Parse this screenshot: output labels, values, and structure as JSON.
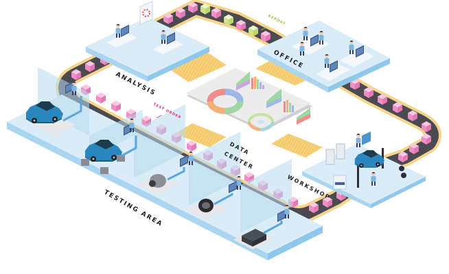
{
  "labels": {
    "analysis": "ANALYSIS",
    "office": "OFFICE",
    "data_center_line1": "DATA",
    "data_center_line2": "CENTER",
    "workshop": "WORKSHOP",
    "testing_area": "TESTING AREA",
    "report": "REPORT",
    "test_order": "TEST ORDER"
  },
  "colors": {
    "platform_top": "#d9ecf7",
    "platform_side": "#8ec8ea",
    "conveyor_belt": "#4a4a50",
    "conveyor_edge": "#f7d48c",
    "box_pink": "#f4a3cf",
    "box_green": "#d6ec9a",
    "car_blue": "#2a87bd",
    "report_text": "#9cc43a",
    "test_order_text": "#e0307a",
    "walkway_yellow": "#f6cd6a",
    "data_platform": "#e9e9ea"
  },
  "zones": [
    {
      "id": "analysis",
      "icon": "desk-workers-icon"
    },
    {
      "id": "office",
      "icon": "office-team-icon"
    },
    {
      "id": "data-center",
      "icon": "charts-icon"
    },
    {
      "id": "workshop",
      "icon": "car-lift-icon"
    },
    {
      "id": "testing-area",
      "icon": "test-bench-icon"
    }
  ]
}
